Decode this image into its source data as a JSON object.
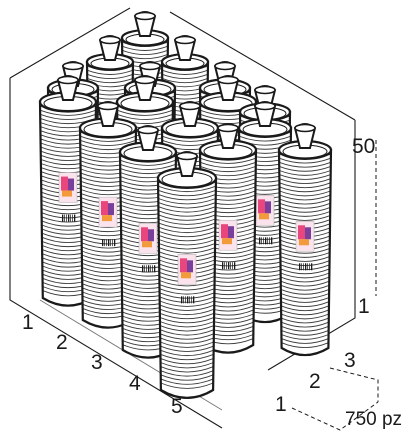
{
  "diagram": {
    "rows_labels": [
      "1",
      "2",
      "3",
      "4",
      "5"
    ],
    "columns_labels": [
      "1",
      "2",
      "3"
    ],
    "height_label_top": "50",
    "height_label_bottom": "1",
    "total_label": "750 pz"
  },
  "colors": {
    "line": "#1a1a1a",
    "cup_fill": "#ffffff",
    "label_pink": "#e8467c",
    "label_purple": "#7a3f9a",
    "label_orange": "#f39a3a"
  },
  "icons": [
    "cup-stack-icon",
    "brand-label-icon",
    "barcode-icon"
  ]
}
